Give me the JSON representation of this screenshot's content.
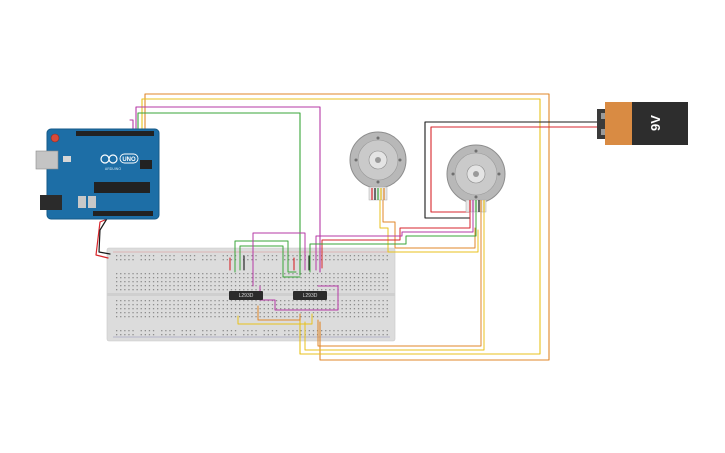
{
  "board": {
    "logo_text": "UNO",
    "brand_text": "ARDUINO"
  },
  "battery": {
    "label": "9V"
  },
  "drivers": [
    {
      "label": "L293D"
    },
    {
      "label": "L293D"
    }
  ],
  "colors": {
    "board_blue": "#1d6ea6",
    "breadboard": "#dcdcdc",
    "battery_orange": "#d98b43",
    "battery_black": "#2d2d2d",
    "motor_grey": "#b8b8b8",
    "wire_red": "#d7262c",
    "wire_black": "#1a1a1a",
    "wire_orange": "#e0872a",
    "wire_yellow": "#e8c21c",
    "wire_green": "#3aa63a",
    "wire_purple": "#b63aa6"
  }
}
